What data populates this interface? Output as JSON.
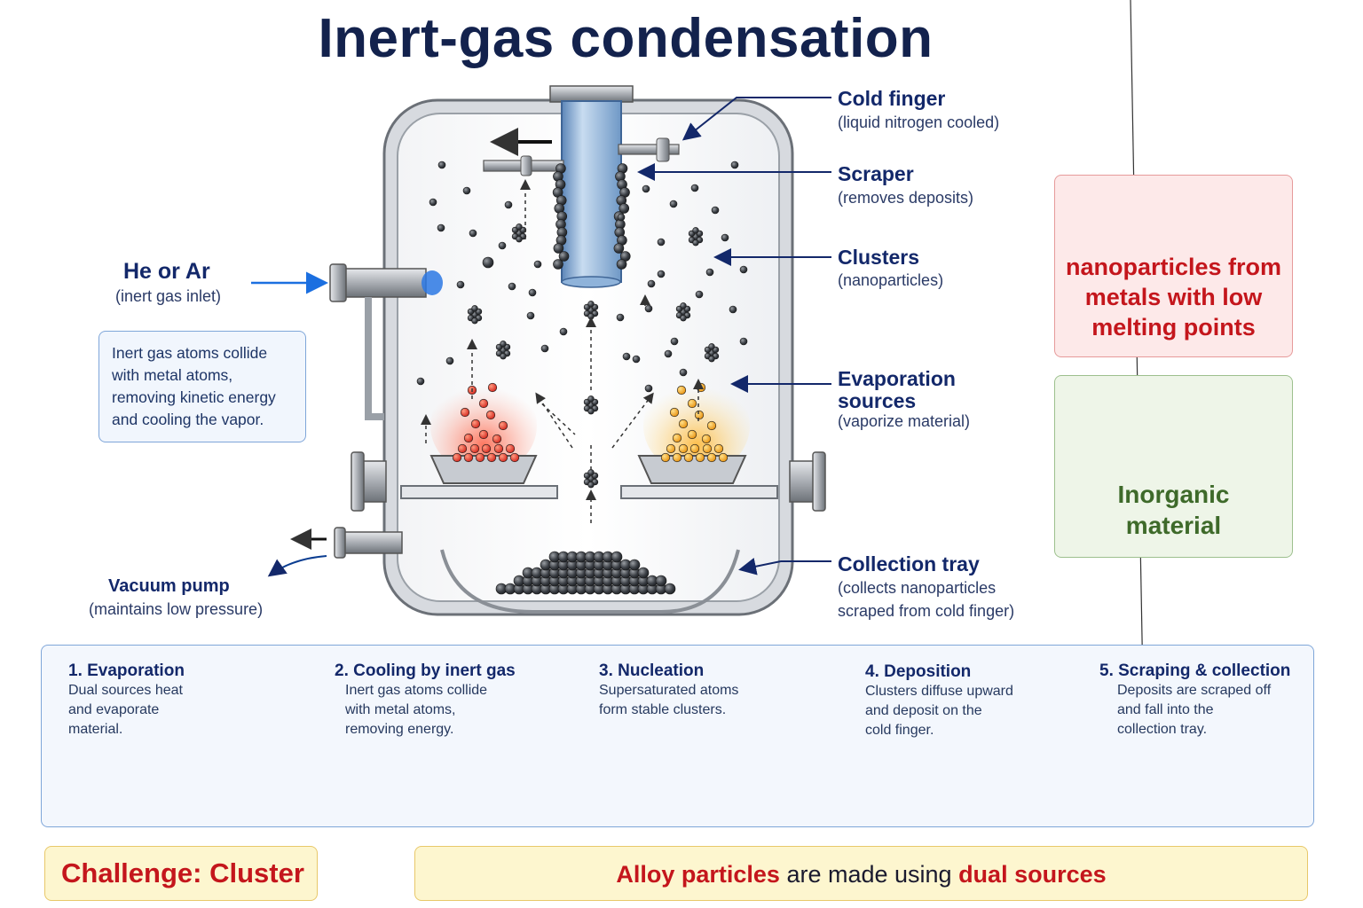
{
  "title": "Inert-gas condensation",
  "labels": {
    "cold_finger": {
      "title": "Cold finger",
      "sub": "(liquid nitrogen cooled)"
    },
    "scraper": {
      "title": "Scraper",
      "sub": "(removes deposits)"
    },
    "clusters": {
      "title": "Clusters",
      "sub": "(nanoparticles)"
    },
    "evaporation": {
      "title_1": "Evaporation",
      "title_2": "sources",
      "sub": "(vaporize material)"
    },
    "collection": {
      "title": "Collection tray",
      "sub_1": "(collects nanoparticles",
      "sub_2": "scraped from cold finger)"
    },
    "gas_inlet": {
      "title": "He or Ar",
      "sub": "(inert gas inlet)"
    },
    "vacuum": {
      "title": "Vacuum pump",
      "sub": "(maintains low pressure)"
    }
  },
  "note": {
    "lines": [
      "Inert gas atoms collide",
      "with metal atoms,",
      "removing kinetic energy",
      "and cooling the vapor."
    ]
  },
  "cards": {
    "red": {
      "lines": [
        "nanoparticles from",
        "metals with low",
        "melting points"
      ],
      "color": "#c4161c"
    },
    "green": {
      "lines": [
        "Inorganic",
        "material"
      ],
      "color": "#3e6a2a"
    }
  },
  "steps": [
    {
      "title": "1. Evaporation",
      "lines": [
        "Dual sources heat",
        "and evaporate",
        "material."
      ]
    },
    {
      "title": "2. Cooling by inert gas",
      "lines": [
        "Inert gas atoms collide",
        "with metal atoms,",
        "removing energy."
      ]
    },
    {
      "title": "3. Nucleation",
      "lines": [
        "Supersaturated atoms",
        "form stable clusters."
      ]
    },
    {
      "title": "4. Deposition",
      "lines": [
        "Clusters diffuse upward",
        "and deposit on the",
        "cold finger."
      ]
    },
    {
      "title": "5. Scraping & collection",
      "lines": [
        "Deposits are scraped off",
        "and fall into the",
        "collection tray."
      ]
    }
  ],
  "challenge": "Challenge: Cluster",
  "alloy": {
    "part1": "Alloy particles",
    "part2": " are made using ",
    "part3": "dual sources"
  },
  "colors": {
    "navy": "#13286a",
    "red": "#c4161c",
    "green": "#3e6a2a",
    "blue_arrow": "#0b3d91"
  }
}
